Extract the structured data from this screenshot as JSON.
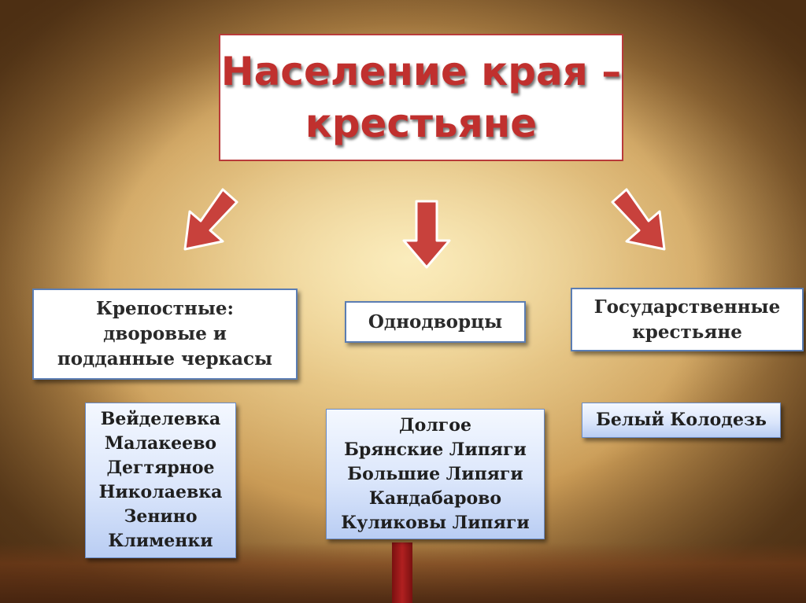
{
  "title": {
    "line1": "Население края –",
    "line2": "крестьяне"
  },
  "categories": [
    {
      "label_lines": [
        "Крепостные:",
        "дворовые и",
        "подданные черкасы"
      ]
    },
    {
      "label_lines": [
        "Однодворцы"
      ]
    },
    {
      "label_lines": [
        "Государственные",
        "крестьяне"
      ]
    }
  ],
  "villages": [
    [
      "Вейделевка",
      "Малакеево",
      "Дегтярное",
      "Николаевка",
      "Зенино",
      "Клименки"
    ],
    [
      "Долгое",
      "Брянские Липяги",
      "Большие Липяги",
      "Кандабарово",
      "Куликовы Липяги"
    ],
    [
      "Белый Колодезь"
    ]
  ],
  "colors": {
    "title_text": "#c0302e",
    "title_border": "#b83a3a",
    "arrow_fill": "#c8413c",
    "box_border": "#5b7db3"
  }
}
